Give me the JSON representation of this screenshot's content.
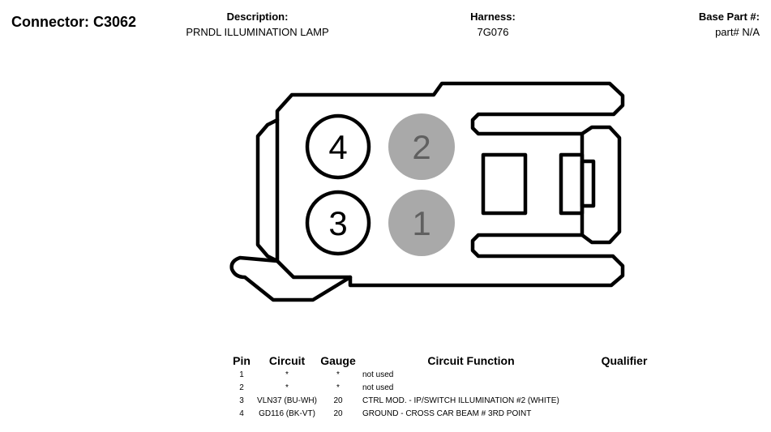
{
  "header": {
    "connector": "Connector: C3062",
    "description_label": "Description:",
    "description_value": "PRNDL ILLUMINATION LAMP",
    "harness_label": "Harness:",
    "harness_value": "7G076",
    "base_part_label": "Base Part #:",
    "base_part_value": "part# N/A"
  },
  "connector_pins": [
    {
      "number": "4",
      "style": "outline"
    },
    {
      "number": "2",
      "style": "filled"
    },
    {
      "number": "3",
      "style": "outline"
    },
    {
      "number": "1",
      "style": "filled"
    }
  ],
  "colors": {
    "stroke": "#000000",
    "filled_pin": "#a9a9a9",
    "filled_pin_text": "#606060"
  },
  "table": {
    "headers": {
      "pin": "Pin",
      "circuit": "Circuit",
      "gauge": "Gauge",
      "function": "Circuit Function",
      "qualifier": "Qualifier"
    },
    "rows": [
      {
        "pin": "1",
        "circuit": "*",
        "gauge": "*",
        "function": "not used",
        "qualifier": ""
      },
      {
        "pin": "2",
        "circuit": "*",
        "gauge": "*",
        "function": "not used",
        "qualifier": ""
      },
      {
        "pin": "3",
        "circuit": "VLN37 (BU-WH)",
        "gauge": "20",
        "function": "CTRL MOD. - IP/SWITCH ILLUMINATION #2 (WHITE)",
        "qualifier": ""
      },
      {
        "pin": "4",
        "circuit": "GD116 (BK-VT)",
        "gauge": "20",
        "function": "GROUND - CROSS CAR BEAM # 3RD POINT",
        "qualifier": ""
      }
    ]
  }
}
